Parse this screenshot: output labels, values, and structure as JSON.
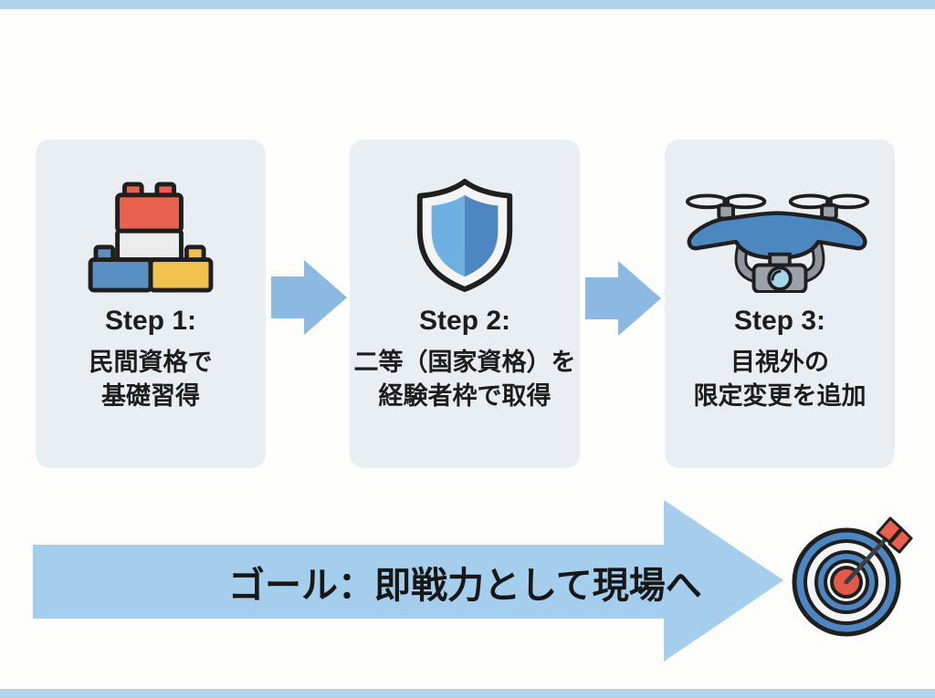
{
  "diagram": {
    "type": "process-flow",
    "steps": [
      {
        "title": "Step 1:",
        "lines": [
          "民間資格で",
          "基礎習得"
        ],
        "icon": "building-blocks-icon"
      },
      {
        "title": "Step 2:",
        "lines": [
          "二等（国家資格）を",
          "経験者枠で取得"
        ],
        "icon": "shield-icon"
      },
      {
        "title": "Step 3:",
        "lines": [
          "目視外の",
          "限定変更を追加"
        ],
        "icon": "drone-icon"
      }
    ],
    "goal": {
      "label": "ゴール：即戦力として現場へ",
      "icon": "target-icon"
    },
    "colors": {
      "edge_bar": "#b2d4eb",
      "card_bg": "#e8eef2",
      "step_arrow": "#8bb9e2",
      "goal_arrow": "#a5cdec",
      "text": "#1d1d1d",
      "icon_red": "#e8604e",
      "icon_blue": "#4d86c0",
      "icon_light_blue": "#6fb0e2",
      "icon_yellow": "#f0c24d",
      "icon_gray": "#9aa1a8",
      "lens_blue": "#a5d6ea"
    }
  }
}
